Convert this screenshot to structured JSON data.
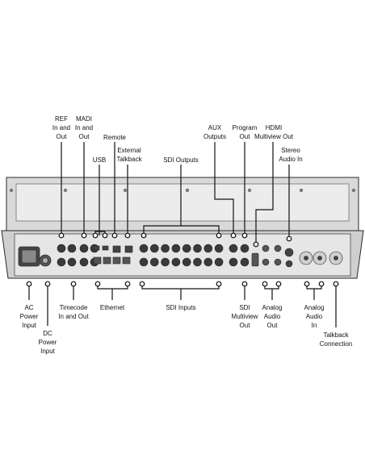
{
  "labels": {
    "ref": [
      "REF",
      "In and",
      "Out"
    ],
    "madi": [
      "MADI",
      "In and",
      "Out"
    ],
    "usb": [
      "USB"
    ],
    "remote": [
      "Remote"
    ],
    "ext_talkback": [
      "External",
      "Talkback"
    ],
    "sdi_outputs": [
      "SDI Outputs"
    ],
    "aux_outputs": [
      "AUX",
      "Outputs"
    ],
    "program_out": [
      "Program",
      "Out"
    ],
    "hdmi_multiview_out": [
      "HDMI",
      "Multiview Out"
    ],
    "stereo_audio_in": [
      "Stereo",
      "Audio In"
    ],
    "ac_power_input": [
      "AC",
      "Power",
      "Input"
    ],
    "dc_power_input": [
      "DC",
      "Power",
      "Input"
    ],
    "timecode": [
      "Timecode",
      "In and Out"
    ],
    "ethernet": [
      "Ethernet"
    ],
    "sdi_inputs": [
      "SDI Inputs"
    ],
    "sdi_multiview_out": [
      "SDI",
      "Multiview",
      "Out"
    ],
    "analog_audio_out": [
      "Analog",
      "Audio",
      "Out"
    ],
    "analog_audio_in": [
      "Analog",
      "Audio",
      "In"
    ],
    "talkback_connection": [
      "Talkback",
      "Connection"
    ]
  },
  "colors": {
    "panel": "#d6d6d6",
    "panel_inner": "#ebebeb",
    "outline": "#2a2a2a",
    "connector": "#3a3a3a",
    "callout": "#111111"
  }
}
